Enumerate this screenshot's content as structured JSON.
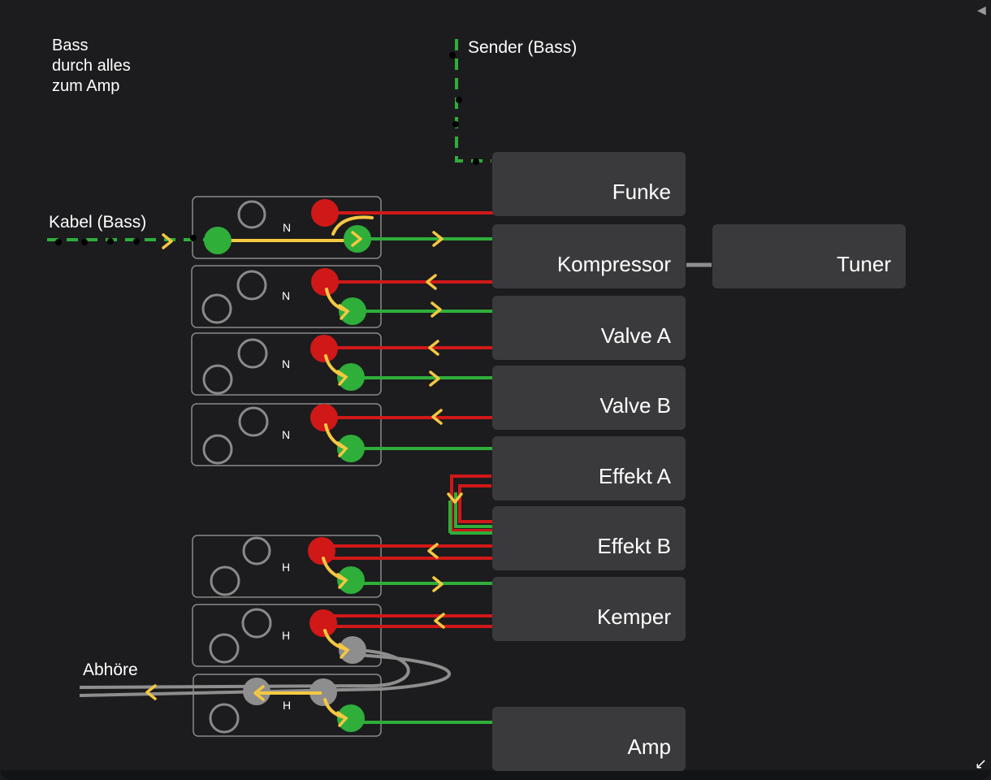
{
  "note": "Bass\ndurch alles\nzum Amp",
  "labels": {
    "sender": "Sender (Bass)",
    "cable": "Kabel (Bass)",
    "monitor": "Abhöre"
  },
  "devices": [
    {
      "id": "funke",
      "label": "Funke"
    },
    {
      "id": "kompressor",
      "label": "Kompressor"
    },
    {
      "id": "tuner",
      "label": "Tuner"
    },
    {
      "id": "valve-a",
      "label": "Valve A"
    },
    {
      "id": "valve-b",
      "label": "Valve B"
    },
    {
      "id": "effekt-a",
      "label": "Effekt A"
    },
    {
      "id": "effekt-b",
      "label": "Effekt B"
    },
    {
      "id": "kemper",
      "label": "Kemper"
    },
    {
      "id": "amp",
      "label": "Amp"
    }
  ],
  "patch_rows": [
    {
      "mode": "N"
    },
    {
      "mode": "N"
    },
    {
      "mode": "N"
    },
    {
      "mode": "N"
    },
    {
      "mode": "H"
    },
    {
      "mode": "H"
    },
    {
      "mode": "H"
    }
  ],
  "colors": {
    "background": "#1c1c1e",
    "device": "#3a3a3c",
    "send_red": "#d01818",
    "return_green": "#2fae3a",
    "signal_yellow": "#f5c842",
    "monitor_gray": "#8e8e8e"
  },
  "icons": {
    "corner_top": "collapse-arrow-icon",
    "corner_bottom": "resize-handle-icon"
  }
}
